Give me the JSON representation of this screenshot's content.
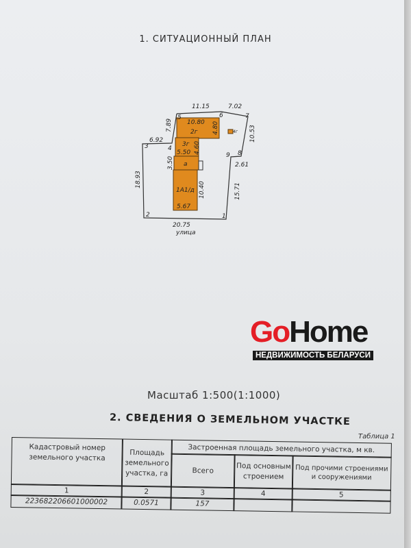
{
  "section1_title": "1. СИТУАЦИОННЫЙ ПЛАН",
  "plan": {
    "points": [
      "1",
      "2",
      "3",
      "4",
      "5",
      "6",
      "7",
      "8",
      "9"
    ],
    "dims": [
      "11.15",
      "7.02",
      "7.89",
      "6.92",
      "10.53",
      "2.61",
      "18.93",
      "15.71",
      "20.75",
      "3.50",
      "10.80",
      "4.80",
      "4.60",
      "5.50",
      "10.40",
      "5.67"
    ],
    "labels": {
      "b1": "2г",
      "b2": "3г",
      "b3": "а",
      "b4": "1А1/д",
      "small": "4г",
      "street": "улица"
    },
    "fill_color": "#e08a1e"
  },
  "scale": "Масштаб  1:500(1:1000)",
  "section2_title": "2. СВЕДЕНИЯ О ЗЕМЕЛЬНОМ УЧАСТКЕ",
  "table_caption": "Таблица 1",
  "table": {
    "h_cad": "Кадастровый номер земельного участка",
    "h_area": "Площадь земельного участка, га",
    "h_built": "Застроенная площадь земельного участка, м кв.",
    "h_total": "Всего",
    "h_main": "Под основным строением",
    "h_other": "Под прочими строениями и сооружениями",
    "nums": [
      "1",
      "2",
      "3",
      "4",
      "5"
    ],
    "row": {
      "cad": "223682206601000002",
      "area": "0.0571",
      "total": "157"
    }
  },
  "watermark": {
    "go": "Go",
    "home": "Home",
    "sub": "НЕДВИЖИМОСТЬ БЕЛАРУСИ"
  }
}
